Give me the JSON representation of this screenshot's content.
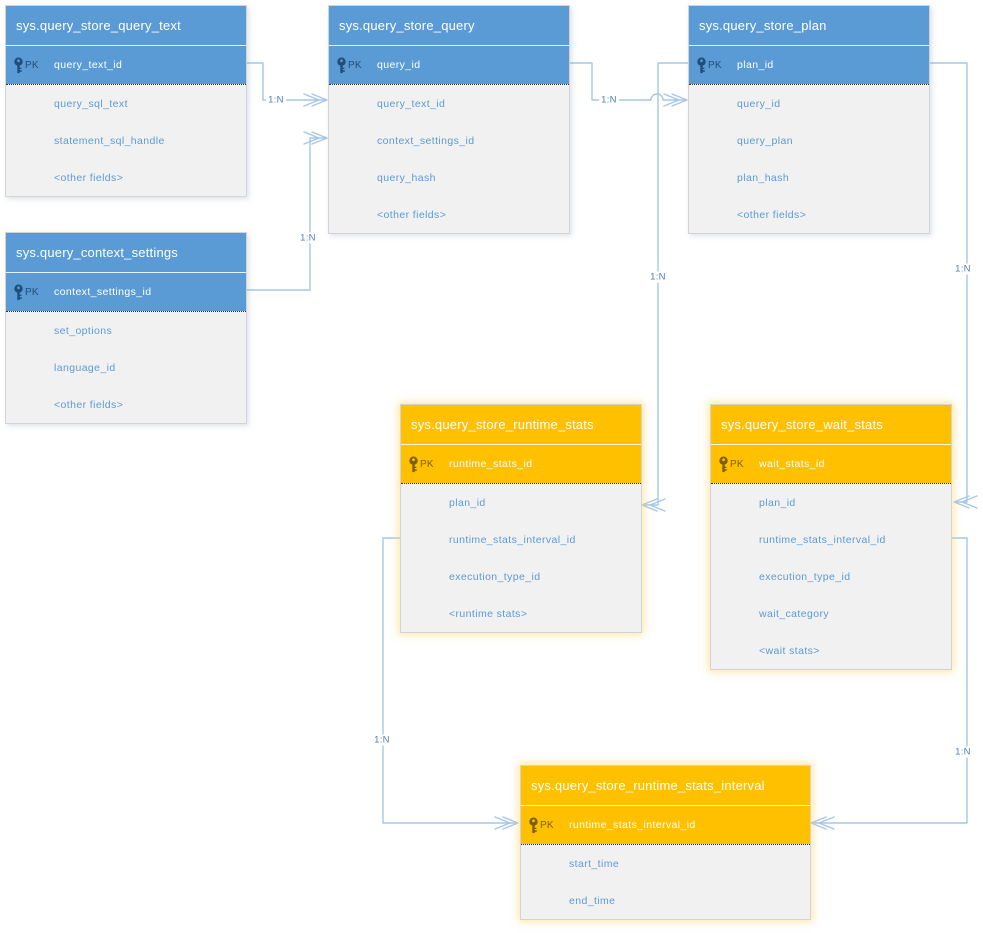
{
  "colors": {
    "blue": "#5B9BD5",
    "blue_dark": "#1F4E79",
    "orange": "#FFC000",
    "orange_dark": "#7F6000",
    "body_bg": "#F1F1F1",
    "border": "#D4D4D4",
    "line": "#A5C7E5",
    "label_text": "#557FAE",
    "field_text": "#5B9BD5"
  },
  "diagram": {
    "tables": [
      {
        "title": "sys.query_store_query_text",
        "pk": {
          "label": "PK",
          "name": "query_text_id"
        },
        "fields": [
          "query_sql_text",
          "statement_sql_handle",
          "<other fields>"
        ]
      },
      {
        "title": "sys.query_store_query",
        "pk": {
          "label": "PK",
          "name": "query_id"
        },
        "fields": [
          "query_text_id",
          "context_settings_id",
          "query_hash",
          "<other fields>"
        ]
      },
      {
        "title": "sys.query_store_plan",
        "pk": {
          "label": "PK",
          "name": "plan_id"
        },
        "fields": [
          "query_id",
          "query_plan",
          "plan_hash",
          "<other fields>"
        ]
      },
      {
        "title": "sys.query_context_settings",
        "pk": {
          "label": "PK",
          "name": "context_settings_id"
        },
        "fields": [
          "set_options",
          "language_id",
          "<other fields>"
        ]
      },
      {
        "title": "sys.query_store_runtime_stats",
        "pk": {
          "label": "PK",
          "name": "runtime_stats_id"
        },
        "fields": [
          "plan_id",
          "runtime_stats_interval_id",
          "execution_type_id",
          "<runtime stats>"
        ]
      },
      {
        "title": "sys.query_store_wait_stats",
        "pk": {
          "label": "PK",
          "name": "wait_stats_id"
        },
        "fields": [
          "plan_id",
          "runtime_stats_interval_id",
          "execution_type_id",
          "wait_category",
          "<wait stats>"
        ]
      },
      {
        "title": "sys.query_store_runtime_stats_interval",
        "pk": {
          "label": "PK",
          "name": "runtime_stats_interval_id"
        },
        "fields": [
          "start_time",
          "end_time"
        ]
      }
    ],
    "connectors": [
      {
        "label": "1:N",
        "from": "sys.query_store_query_text.query_text_id",
        "to": "sys.query_store_query.query_text_id"
      },
      {
        "label": "1:N",
        "from": "sys.query_context_settings.context_settings_id",
        "to": "sys.query_store_query.context_settings_id"
      },
      {
        "label": "1:N",
        "from": "sys.query_store_query.query_id",
        "to": "sys.query_store_plan.query_id"
      },
      {
        "label": "1:N",
        "from": "sys.query_store_plan.plan_id",
        "to": "sys.query_store_runtime_stats.plan_id"
      },
      {
        "label": "1:N",
        "from": "sys.query_store_plan.plan_id",
        "to": "sys.query_store_wait_stats.plan_id"
      },
      {
        "label": "1:N",
        "from": "sys.query_store_runtime_stats_interval.runtime_stats_interval_id",
        "to": "sys.query_store_runtime_stats.runtime_stats_interval_id"
      },
      {
        "label": "1:N",
        "from": "sys.query_store_runtime_stats_interval.runtime_stats_interval_id",
        "to": "sys.query_store_wait_stats.runtime_stats_interval_id"
      }
    ]
  }
}
